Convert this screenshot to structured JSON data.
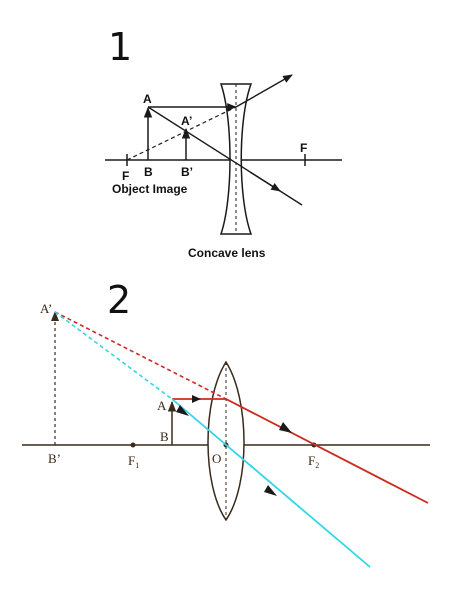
{
  "diagram1": {
    "number": "1",
    "labels": {
      "A": "A",
      "A_prime": "A’",
      "F_left": "F",
      "B": "B",
      "B_prime": "B’",
      "F_right": "F",
      "object_image": "Object Image",
      "caption": "Concave lens"
    }
  },
  "diagram2": {
    "number": "2",
    "labels": {
      "A_prime": "A’",
      "A": "A",
      "B": "B",
      "B_prime": "B’",
      "F1": "F",
      "F1_sub": "1",
      "O": "O",
      "F2": "F",
      "F2_sub": "2"
    }
  },
  "colors": {
    "line_black": "#1a1a1a",
    "axis_brown": "#3a2a1a",
    "ray_red": "#cc2a22",
    "ray_cyan": "#33d6e6"
  }
}
